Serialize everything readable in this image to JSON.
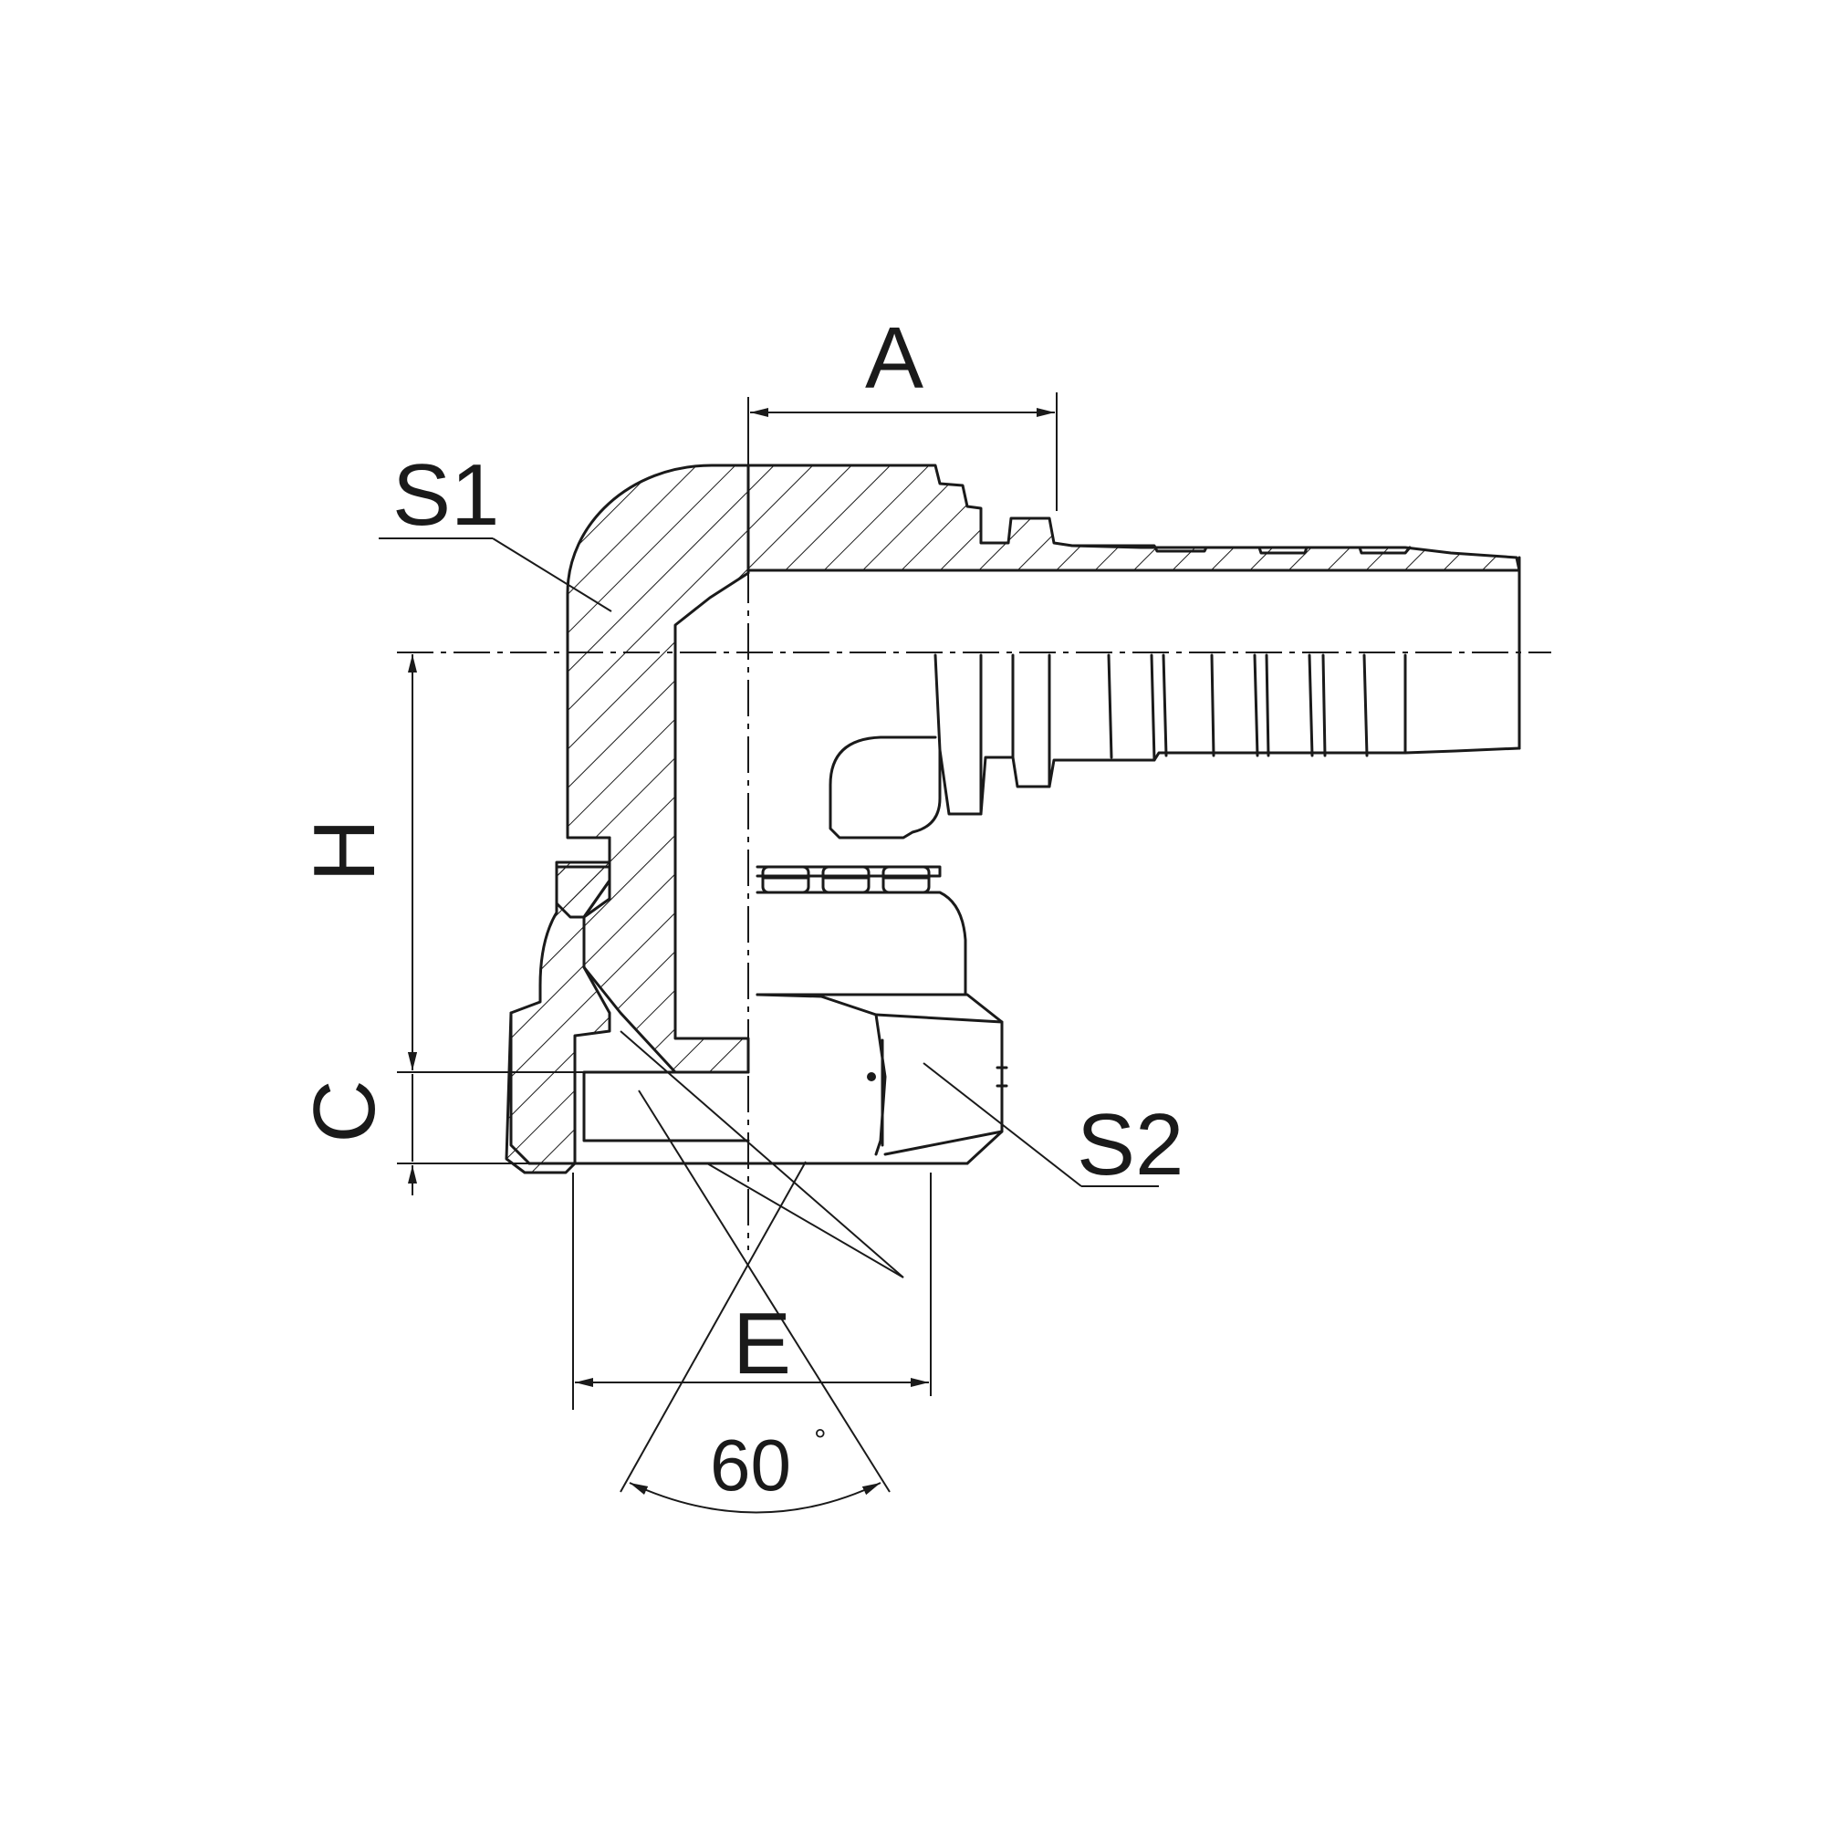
{
  "labels": {
    "dim_a": "A",
    "dim_h": "H",
    "dim_c": "C",
    "dim_e": "E",
    "hex_s1": "S1",
    "hex_s2": "S2",
    "cone_angle": "60",
    "cone_angle_unit": "°"
  },
  "colors": {
    "line": "#1a1a1a",
    "background": "#ffffff"
  }
}
